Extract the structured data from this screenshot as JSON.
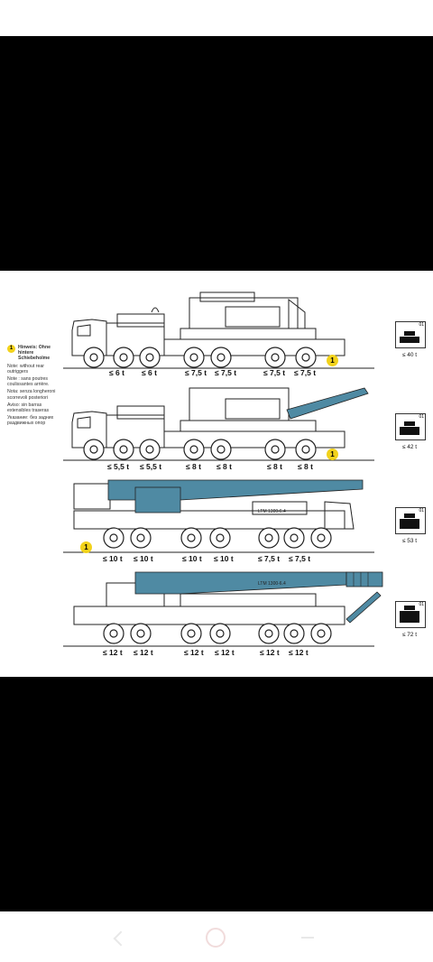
{
  "note": {
    "badge": "1",
    "heading": "Hinweis: Ohne hintere Schiebeholme",
    "lines": [
      "Note: without rear outriggers",
      "Note : sans poutres coulissantes arrière.",
      "Nota: senza longheroni scorrevoli posteriori",
      "Aviso: sin barras extensibles traseras",
      "Указание: без задних раздвижных опор"
    ]
  },
  "configs": [
    {
      "axle_loads": [
        "≤ 6 t",
        "≤ 6 t",
        "≤ 7,5 t",
        "≤ 7,5 t",
        "≤ 7,5 t",
        "≤ 7,5 t"
      ],
      "counterweight": "≤ 40 t",
      "stack_label": "01",
      "badge": "1"
    },
    {
      "axle_loads": [
        "≤ 5,5 t",
        "≤ 5,5 t",
        "≤ 8 t",
        "≤ 8 t",
        "≤ 8 t",
        "≤ 8 t"
      ],
      "counterweight": "≤ 42 t",
      "stack_label": "01",
      "badge": "1"
    },
    {
      "axle_loads": [
        "≤ 10 t",
        "≤ 10 t",
        "≤ 10 t",
        "≤ 10 t",
        "≤ 7,5 t",
        "≤ 7,5 t"
      ],
      "counterweight": "≤ 53 t",
      "stack_label": "01",
      "badge": "1",
      "model": "LTM 1300-6.4"
    },
    {
      "axle_loads": [
        "≤ 12 t",
        "≤ 12 t",
        "≤ 12 t",
        "≤ 12 t",
        "≤ 12 t",
        "≤ 12 t"
      ],
      "counterweight": "≤ 72 t",
      "stack_label": "01",
      "model": "LTM 1300-6.4"
    }
  ],
  "colors": {
    "boom": "#4f8aa3",
    "badge": "#f2d21b",
    "line": "#222222"
  }
}
